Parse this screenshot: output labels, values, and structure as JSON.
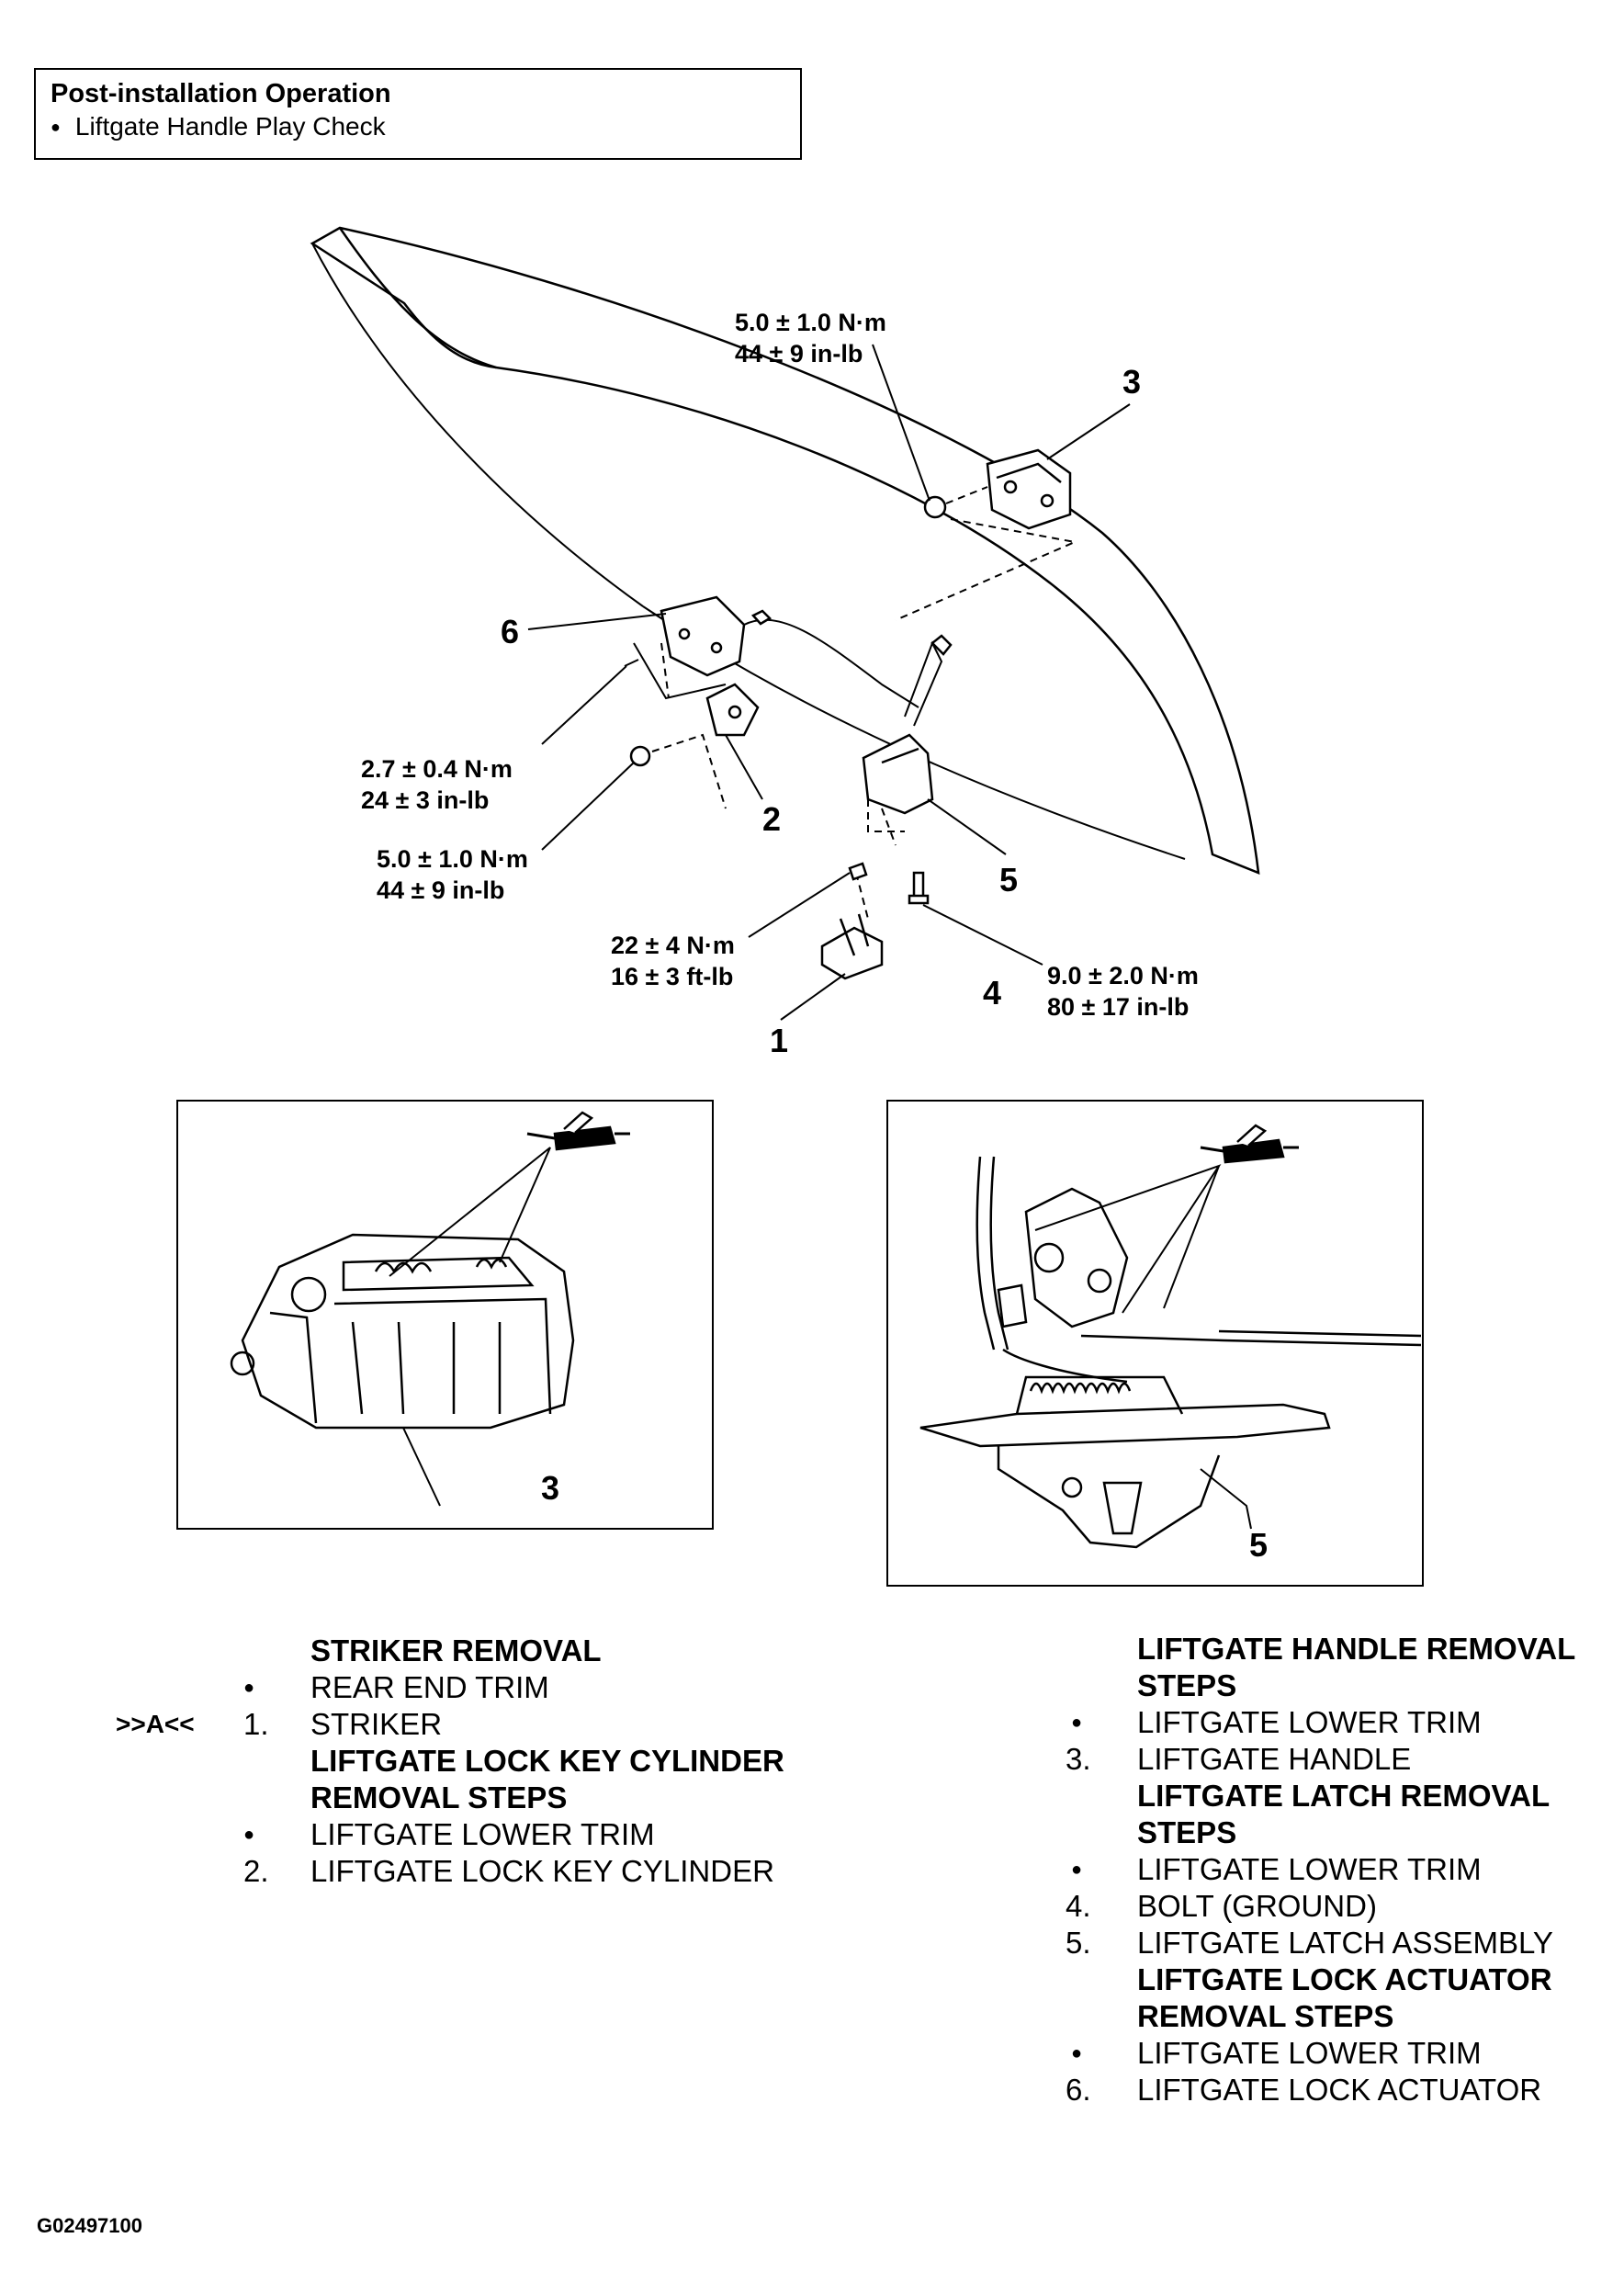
{
  "post_installation": {
    "title": "Post-installation Operation",
    "items": [
      "Liftgate Handle Play Check"
    ]
  },
  "torques": {
    "t_3": [
      "5.0 ± 1.0 N·m",
      "44 ± 9 in-lb"
    ],
    "t_6": [
      "2.7 ± 0.4 N·m",
      "24 ± 3 in-lb"
    ],
    "t_2": [
      "5.0 ± 1.0 N·m",
      "44 ± 9 in-lb"
    ],
    "t_1": [
      "22 ± 4 N·m",
      "16 ± 3 ft-lb"
    ],
    "t_4": [
      "9.0 ± 2.0 N·m",
      "80 ± 17 in-lb"
    ]
  },
  "callouts": {
    "c1": "1",
    "c2": "2",
    "c3": "3",
    "c4": "4",
    "c5": "5",
    "c6": "6",
    "inset_left": "3",
    "inset_right": "5"
  },
  "left_procedure": [
    {
      "marker": "",
      "tag": "",
      "text": "STRIKER REMOVAL",
      "heading": true
    },
    {
      "marker": "●",
      "tag": "",
      "text": "REAR END TRIM",
      "heading": false
    },
    {
      "marker": "1.",
      "tag": ">>A<<",
      "text": "STRIKER",
      "heading": false
    },
    {
      "marker": "",
      "tag": "",
      "text": "LIFTGATE LOCK KEY CYLINDER",
      "heading": true
    },
    {
      "marker": "",
      "tag": "",
      "text": "REMOVAL STEPS",
      "heading": true
    },
    {
      "marker": "●",
      "tag": "",
      "text": "LIFTGATE LOWER TRIM",
      "heading": false
    },
    {
      "marker": "2.",
      "tag": "",
      "text": "LIFTGATE LOCK KEY CYLINDER",
      "heading": false
    }
  ],
  "right_procedure": [
    {
      "marker": "",
      "text": "LIFTGATE HANDLE REMOVAL",
      "heading": true
    },
    {
      "marker": "",
      "text": "STEPS",
      "heading": true
    },
    {
      "marker": "●",
      "text": "LIFTGATE LOWER TRIM",
      "heading": false
    },
    {
      "marker": "3.",
      "text": "LIFTGATE HANDLE",
      "heading": false
    },
    {
      "marker": "",
      "text": "LIFTGATE LATCH REMOVAL",
      "heading": true
    },
    {
      "marker": "",
      "text": "STEPS",
      "heading": true
    },
    {
      "marker": "●",
      "text": "LIFTGATE LOWER TRIM",
      "heading": false
    },
    {
      "marker": "4.",
      "text": "BOLT (GROUND)",
      "heading": false
    },
    {
      "marker": "5.",
      "text": "LIFTGATE LATCH ASSEMBLY",
      "heading": false
    },
    {
      "marker": "",
      "text": "LIFTGATE LOCK ACTUATOR",
      "heading": true
    },
    {
      "marker": "",
      "text": "REMOVAL STEPS",
      "heading": true
    },
    {
      "marker": "●",
      "text": "LIFTGATE LOWER TRIM",
      "heading": false
    },
    {
      "marker": "6.",
      "text": "LIFTGATE LOCK ACTUATOR",
      "heading": false
    }
  ],
  "figure_id": "G02497100"
}
